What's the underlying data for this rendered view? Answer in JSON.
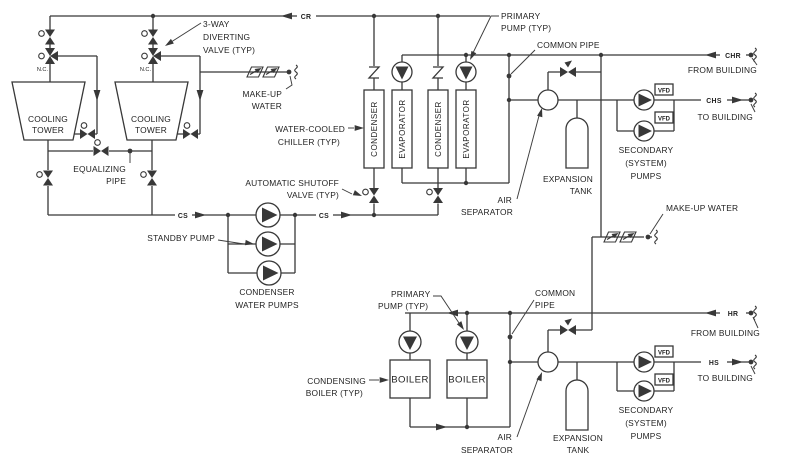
{
  "labels": {
    "three_way_valve": [
      "3-WAY",
      "DIVERTING",
      "VALVE (TYP)"
    ],
    "nc": "N.C.",
    "cooling_tower": [
      "COOLING",
      "TOWER"
    ],
    "make_up_water_lines": [
      "MAKE-UP",
      "WATER"
    ],
    "make_up_water": "MAKE-UP WATER",
    "equalizing_pipe": [
      "EQUALIZING",
      "PIPE"
    ],
    "standby_pump": "STANDBY PUMP",
    "condenser_water_pumps": [
      "CONDENSER",
      "WATER PUMPS"
    ],
    "water_cooled_chiller": [
      "WATER-COOLED",
      "CHILLER (TYP)"
    ],
    "automatic_shutoff_valve": [
      "AUTOMATIC SHUTOFF",
      "VALVE (TYP)"
    ],
    "condenser": "CONDENSER",
    "evaporator": "EVAPORATOR",
    "primary_pump": [
      "PRIMARY",
      "PUMP (TYP)"
    ],
    "common_pipe": "COMMON PIPE",
    "common_pipe_lines": [
      "COMMON",
      "PIPE"
    ],
    "air_separator": [
      "AIR",
      "SEPARATOR"
    ],
    "expansion_tank": [
      "EXPANSION",
      "TANK"
    ],
    "secondary_pumps": [
      "SECONDARY",
      "(SYSTEM)",
      "PUMPS"
    ],
    "vfd": "VFD",
    "condensing_boiler": [
      "CONDENSING",
      "BOILER (TYP)"
    ],
    "boiler": "BOILER",
    "from_building": "FROM BUILDING",
    "to_building": "TO BUILDING",
    "pipe_tags": {
      "cr": "CR",
      "cs": "CS",
      "chr": "CHR",
      "chs": "CHS",
      "hr": "HR",
      "hs": "HS"
    }
  },
  "colors": {
    "line": "#383838",
    "text": "#1f1f1f",
    "background": "#ffffff"
  }
}
